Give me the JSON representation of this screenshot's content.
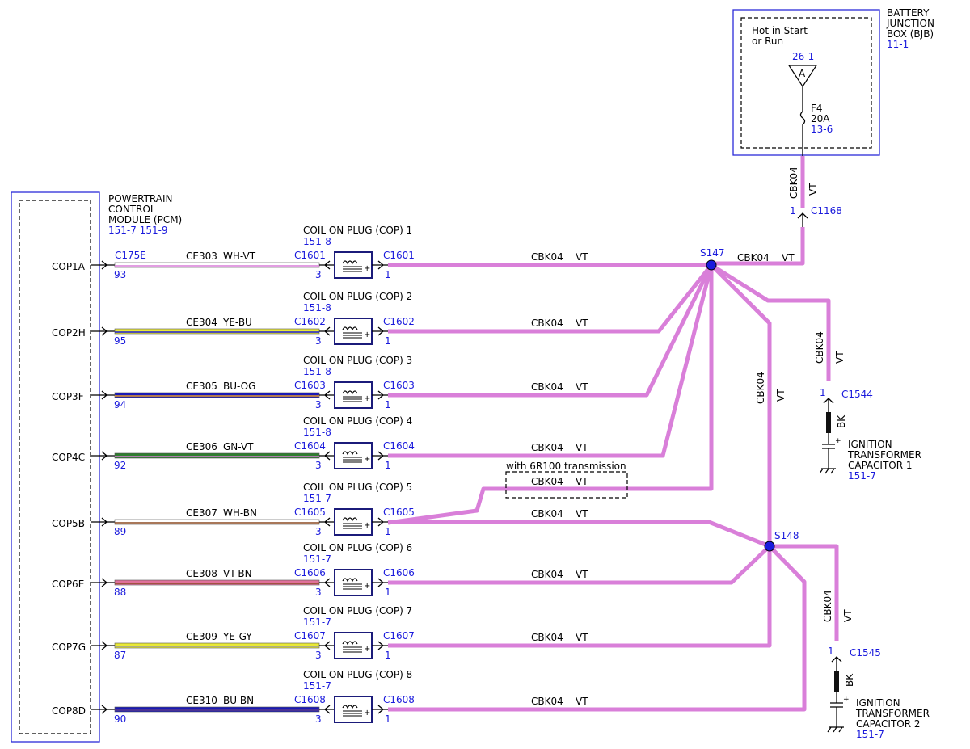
{
  "pcm": {
    "title_lines": [
      "POWERTRAIN",
      "CONTROL",
      "MODULE (PCM)"
    ],
    "ref": "151-7 151-9",
    "pins": [
      "COP1A",
      "COP2H",
      "COP3F",
      "COP4C",
      "COP5B",
      "COP6E",
      "COP7G",
      "COP8D"
    ]
  },
  "bjb": {
    "title_lines": [
      "BATTERY",
      "JUNCTION",
      "BOX (BJB)"
    ],
    "ref": "11-1",
    "hot_lines": [
      "Hot in Start",
      "or Run"
    ],
    "bus_ref": "26-1",
    "bus_letter": "A",
    "fuse_name": "F4",
    "fuse_rating": "20A",
    "fuse_ref": "13-6"
  },
  "feed": {
    "circuit": "CBK04",
    "color": "VT",
    "pin": "1",
    "connector": "C1168"
  },
  "splices": {
    "s147": "S147",
    "s148": "S148"
  },
  "option_label": "with 6R100 transmission",
  "colors": {
    "violet": "#d97fd9",
    "link_blue": "#1a1adc",
    "WH-VT": [
      "#ffffff",
      "#d97fd9"
    ],
    "YE-BU": [
      "#e9e936",
      "#1a1adc"
    ],
    "BU-OG": [
      "#1a1ab5",
      "#e59a2c"
    ],
    "GN-VT": [
      "#2f7d2f",
      "#d97fd9"
    ],
    "WH-BN": [
      "#ffffff",
      "#8b4a22"
    ],
    "VT-BN": [
      "#e0709a",
      "#8b4a22"
    ],
    "YE-GY": [
      "#e9e936",
      "#9a9a9a"
    ],
    "BU-BN": [
      "#1a1ab5",
      "#5a3a8a"
    ]
  },
  "coils": [
    {
      "name": "COIL ON PLUG (COP) 1",
      "ref": "151-8",
      "circuit": "CE303",
      "wire_color": "WH-VT",
      "pcm_connector": "C175E",
      "pcm_pin": "93",
      "coil_connector": "C1601",
      "in_pin": "3",
      "out_connector": "C1601",
      "out_pin": "1",
      "out_circuit": "CBK04",
      "out_color": "VT"
    },
    {
      "name": "COIL ON PLUG (COP) 2",
      "ref": "151-8",
      "circuit": "CE304",
      "wire_color": "YE-BU",
      "pcm_connector": "",
      "pcm_pin": "95",
      "coil_connector": "C1602",
      "in_pin": "3",
      "out_connector": "C1602",
      "out_pin": "1",
      "out_circuit": "CBK04",
      "out_color": "VT"
    },
    {
      "name": "COIL ON PLUG (COP) 3",
      "ref": "151-8",
      "circuit": "CE305",
      "wire_color": "BU-OG",
      "pcm_connector": "",
      "pcm_pin": "94",
      "coil_connector": "C1603",
      "in_pin": "3",
      "out_connector": "C1603",
      "out_pin": "1",
      "out_circuit": "CBK04",
      "out_color": "VT"
    },
    {
      "name": "COIL ON PLUG (COP) 4",
      "ref": "151-8",
      "circuit": "CE306",
      "wire_color": "GN-VT",
      "pcm_connector": "",
      "pcm_pin": "92",
      "coil_connector": "C1604",
      "in_pin": "3",
      "out_connector": "C1604",
      "out_pin": "1",
      "out_circuit": "CBK04",
      "out_color": "VT"
    },
    {
      "name": "COIL ON PLUG (COP) 5",
      "ref": "151-7",
      "circuit": "CE307",
      "wire_color": "WH-BN",
      "pcm_connector": "",
      "pcm_pin": "89",
      "coil_connector": "C1605",
      "in_pin": "3",
      "out_connector": "C1605",
      "out_pin": "1",
      "out_circuit": "CBK04",
      "out_color": "VT"
    },
    {
      "name": "COIL ON PLUG (COP) 6",
      "ref": "151-7",
      "circuit": "CE308",
      "wire_color": "VT-BN",
      "pcm_connector": "",
      "pcm_pin": "88",
      "coil_connector": "C1606",
      "in_pin": "3",
      "out_connector": "C1606",
      "out_pin": "1",
      "out_circuit": "CBK04",
      "out_color": "VT"
    },
    {
      "name": "COIL ON PLUG (COP) 7",
      "ref": "151-7",
      "circuit": "CE309",
      "wire_color": "YE-GY",
      "pcm_connector": "",
      "pcm_pin": "87",
      "coil_connector": "C1607",
      "in_pin": "3",
      "out_connector": "C1607",
      "out_pin": "1",
      "out_circuit": "CBK04",
      "out_color": "VT"
    },
    {
      "name": "COIL ON PLUG (COP) 8",
      "ref": "151-7",
      "circuit": "CE310",
      "wire_color": "BU-BN",
      "pcm_connector": "",
      "pcm_pin": "90",
      "coil_connector": "C1608",
      "in_pin": "3",
      "out_connector": "C1608",
      "out_pin": "1",
      "out_circuit": "CBK04",
      "out_color": "VT"
    }
  ],
  "capacitors": [
    {
      "title_lines": [
        "IGNITION",
        "TRANSFORMER",
        "CAPACITOR 1"
      ],
      "ref": "151-7",
      "pin": "1",
      "connector": "C1544",
      "lead_color": "BK",
      "circuit": "CBK04",
      "color": "VT"
    },
    {
      "title_lines": [
        "IGNITION",
        "TRANSFORMER",
        "CAPACITOR 2"
      ],
      "ref": "151-7",
      "pin": "1",
      "connector": "C1545",
      "lead_color": "BK",
      "circuit": "CBK04",
      "color": "VT"
    }
  ],
  "trunk": {
    "circuit": "CBK04",
    "color": "VT"
  }
}
